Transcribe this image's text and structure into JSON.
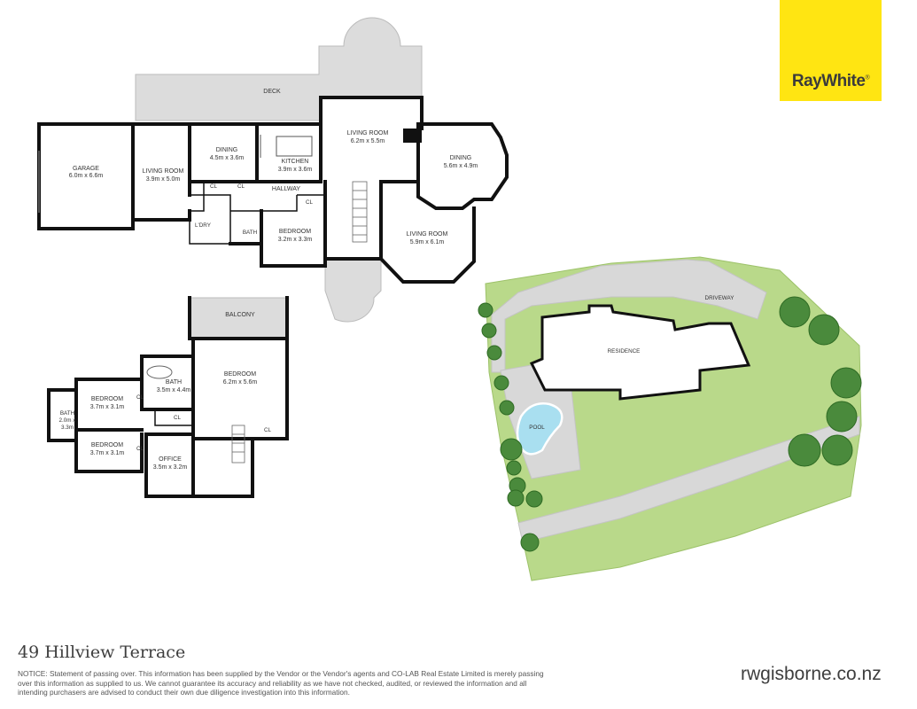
{
  "brand": {
    "name": "RayWhite",
    "mark": "®"
  },
  "address": "49 Hillview Terrace",
  "notice": "NOTICE: Statement of passing over. This information has been supplied by the Vendor or the Vendor's agents and CO-LAB Real Estate Limited is merely passing over this information as supplied to us. We cannot guarantee its accuracy and reliability as we have not checked, audited, or reviewed the information and all intending purchasers are advised to conduct their own due diligence investigation into this information.",
  "website": "rwgisborne.co.nz",
  "ground_floor": {
    "deck": "DECK",
    "garage": {
      "name": "GARAGE",
      "size": "6.0m x 6.6m"
    },
    "living_room_west": {
      "name": "LIVING ROOM",
      "size": "3.9m x 5.0m"
    },
    "dining_west": {
      "name": "DINING",
      "size": "4.5m x 3.6m"
    },
    "kitchen": {
      "name": "KITCHEN",
      "size": "3.9m x 3.6m"
    },
    "living_room_centre": {
      "name": "LIVING ROOM",
      "size": "6.2m x 5.5m"
    },
    "dining_east": {
      "name": "DINING",
      "size": "5.6m x 4.9m"
    },
    "living_room_east": {
      "name": "LIVING ROOM",
      "size": "5.9m x 6.1m"
    },
    "hallway": "HALLWAY",
    "bedroom": {
      "name": "BEDROOM",
      "size": "3.2m x 3.3m"
    },
    "laundry": "L'DRY",
    "bath": "BATH",
    "cl": "CL"
  },
  "upper_floor": {
    "balcony": "BALCONY",
    "master_bedroom": {
      "name": "BEDROOM",
      "size": "6.2m x 5.6m"
    },
    "bath_main": {
      "name": "BATH",
      "size": "3.5m x 4.4m"
    },
    "bedroom_1": {
      "name": "BEDROOM",
      "size": "3.7m x 3.1m"
    },
    "bedroom_2": {
      "name": "BEDROOM",
      "size": "3.7m x 3.1m"
    },
    "bath_small": {
      "name": "BATH",
      "size_1": "2.0m x",
      "size_2": "3.3m"
    },
    "office": {
      "name": "OFFICE",
      "size": "3.5m x 3.2m"
    },
    "cl": "CL"
  },
  "site_plan": {
    "driveway": "DRIVEWAY",
    "residence": "RESIDENCE",
    "pool": "POOL"
  },
  "colors": {
    "brand_yellow": "#ffe512",
    "lawn": "#b9d98a",
    "lawn_dark": "#9dc26a",
    "paving": "#d8d8d8",
    "deck": "#dcdcdc",
    "pool": "#a9dff0",
    "tree": "#4a8a3c"
  }
}
